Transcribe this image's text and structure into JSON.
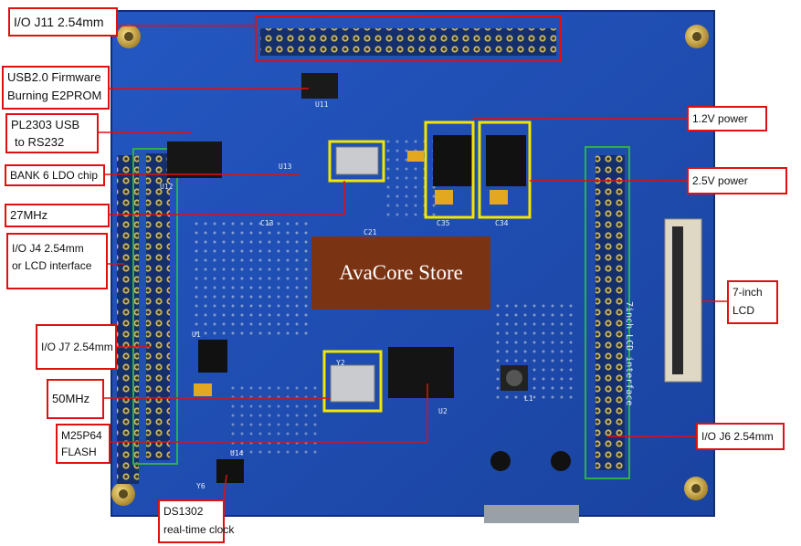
{
  "title": "",
  "watermark": "AvaCore Store",
  "annotations": {
    "io_j11": "I/O J11 2.54mm",
    "usb_firmware_1": "USB2.0 Firmware",
    "usb_firmware_2": "Burning E2PROM",
    "pl2303_1": "PL2303 USB",
    "pl2303_2": "to RS232",
    "bank6_ldo": "BANK 6 LDO chip",
    "osc_27": "27MHz",
    "io_j4_1": "I/O J4 2.54mm",
    "io_j4_2": "or LCD interface",
    "io_j7": "I/O J7 2.54mm",
    "osc_50": "50MHz",
    "flash_1": "M25P64",
    "flash_2": "FLASH",
    "rtc_1": "DS1302",
    "rtc_2": "real-time clock",
    "power_12": "1.2V power",
    "power_25": "2.5V power",
    "lcd_1": "7-inch",
    "lcd_2": "LCD",
    "io_j6": "I/O J6 2.54mm"
  },
  "silkscreen": {
    "lcd_interface": "7inch LCD interface",
    "u11": "U11",
    "u13": "U13",
    "u12": "U12",
    "u14": "U14",
    "u1": "U1",
    "u2": "U2",
    "y2": "Y2",
    "c35": "C35",
    "c34": "C34",
    "c21": "C21",
    "c13": "C13",
    "l1": "L1",
    "y6": "Y6"
  },
  "colors": {
    "pcb": "#1f4fb8",
    "label_border": "#e01010",
    "leader": "#e01010",
    "highlight_yellow": "#f2e600",
    "highlight_green": "#2fae4a",
    "watermark_bg": "#7a3414"
  }
}
